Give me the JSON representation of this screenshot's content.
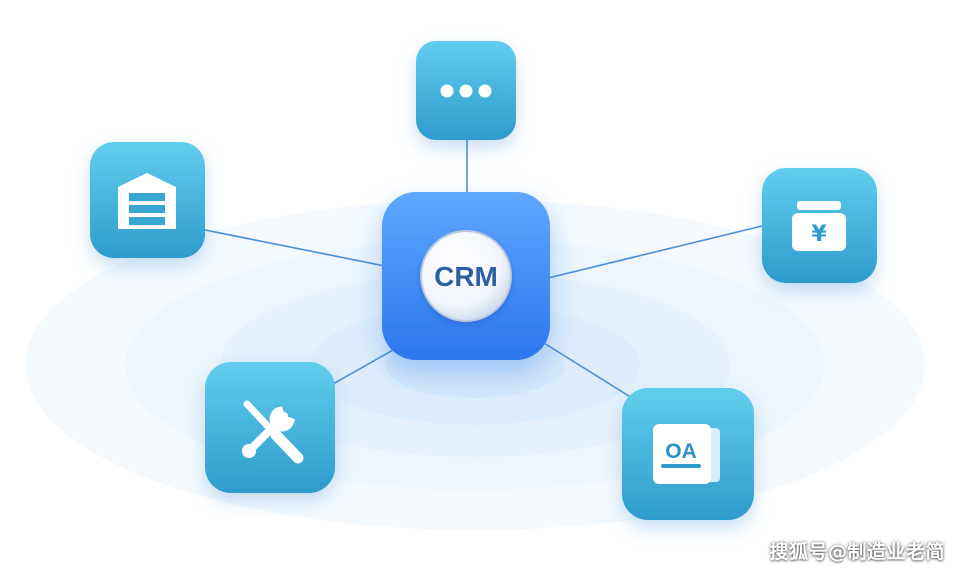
{
  "center": {
    "label": "CRM"
  },
  "nodes": [
    {
      "id": "more",
      "icon": "more-dots-icon"
    },
    {
      "id": "warehouse",
      "icon": "warehouse-icon"
    },
    {
      "id": "finance",
      "icon": "money-bag-yuan-icon"
    },
    {
      "id": "tools",
      "icon": "wrench-screwdriver-icon"
    },
    {
      "id": "oa",
      "icon": "oa-document-icon",
      "label": "OA"
    }
  ],
  "finance": {
    "symbol": "¥"
  },
  "watermark": {
    "text": "搜狐号@制造业老简"
  },
  "colors": {
    "node_top": "#5dc8ea",
    "node_bottom": "#2f9fd0",
    "center_top": "#5aa4ff",
    "center_bottom": "#2e7af0",
    "line": "#4a8fd8",
    "ripple": "#e4f0fc",
    "crm_text": "#2d5fa6"
  }
}
